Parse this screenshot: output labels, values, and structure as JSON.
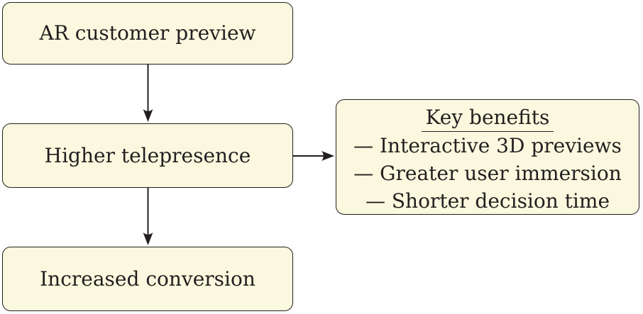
{
  "colors": {
    "background": "#ffffff",
    "box_fill": "#faf8de",
    "line": "#231f20",
    "text": "#231f20"
  },
  "diagram": {
    "nodes": [
      {
        "id": "ar-customer-preview",
        "label": "AR customer preview"
      },
      {
        "id": "higher-telepresence",
        "label": "Higher telepresence"
      },
      {
        "id": "increased-conversion",
        "label": "Increased conversion"
      }
    ],
    "edges": [
      {
        "from": "ar-customer-preview",
        "to": "higher-telepresence",
        "direction": "down"
      },
      {
        "from": "higher-telepresence",
        "to": "increased-conversion",
        "direction": "down"
      },
      {
        "from": "higher-telepresence",
        "to": "key-benefits",
        "direction": "right"
      }
    ],
    "benefits": {
      "title": "Key benefits",
      "items": [
        "— Interactive 3D previews",
        "— Greater user immersion",
        "— Shorter decision time"
      ]
    }
  }
}
